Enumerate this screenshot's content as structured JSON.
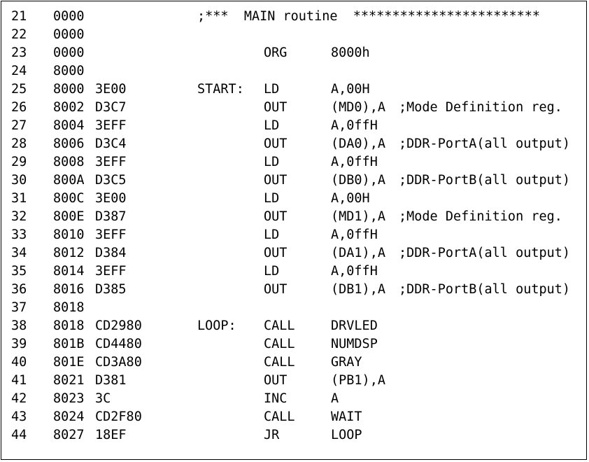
{
  "header_comment": ";***  MAIN routine  ************************",
  "lines": [
    {
      "ln": "21",
      "addr": "0000",
      "code": "",
      "label": "",
      "mnemonic": "",
      "operand": "",
      "comment": ""
    },
    {
      "ln": "22",
      "addr": "0000",
      "code": "",
      "label": "",
      "mnemonic": "",
      "operand": "",
      "comment": ""
    },
    {
      "ln": "23",
      "addr": "0000",
      "code": "",
      "label": "",
      "mnemonic": "ORG",
      "operand": "8000h",
      "comment": ""
    },
    {
      "ln": "24",
      "addr": "8000",
      "code": "",
      "label": "",
      "mnemonic": "",
      "operand": "",
      "comment": ""
    },
    {
      "ln": "25",
      "addr": "8000",
      "code": "3E00",
      "label": "START:",
      "mnemonic": "LD",
      "operand": "A,00H",
      "comment": ""
    },
    {
      "ln": "26",
      "addr": "8002",
      "code": "D3C7",
      "label": "",
      "mnemonic": "OUT",
      "operand": "(MD0),A",
      "comment": ";Mode Definition reg."
    },
    {
      "ln": "27",
      "addr": "8004",
      "code": "3EFF",
      "label": "",
      "mnemonic": "LD",
      "operand": "A,0ffH",
      "comment": ""
    },
    {
      "ln": "28",
      "addr": "8006",
      "code": "D3C4",
      "label": "",
      "mnemonic": "OUT",
      "operand": "(DA0),A",
      "comment": ";DDR-PortA(all output)"
    },
    {
      "ln": "29",
      "addr": "8008",
      "code": "3EFF",
      "label": "",
      "mnemonic": "LD",
      "operand": "A,0ffH",
      "comment": ""
    },
    {
      "ln": "30",
      "addr": "800A",
      "code": "D3C5",
      "label": "",
      "mnemonic": "OUT",
      "operand": "(DB0),A",
      "comment": ";DDR-PortB(all output)"
    },
    {
      "ln": "31",
      "addr": "800C",
      "code": "3E00",
      "label": "",
      "mnemonic": "LD",
      "operand": "A,00H",
      "comment": ""
    },
    {
      "ln": "32",
      "addr": "800E",
      "code": "D387",
      "label": "",
      "mnemonic": "OUT",
      "operand": "(MD1),A",
      "comment": ";Mode Definition reg."
    },
    {
      "ln": "33",
      "addr": "8010",
      "code": "3EFF",
      "label": "",
      "mnemonic": "LD",
      "operand": "A,0ffH",
      "comment": ""
    },
    {
      "ln": "34",
      "addr": "8012",
      "code": "D384",
      "label": "",
      "mnemonic": "OUT",
      "operand": "(DA1),A",
      "comment": ";DDR-PortA(all output)"
    },
    {
      "ln": "35",
      "addr": "8014",
      "code": "3EFF",
      "label": "",
      "mnemonic": "LD",
      "operand": "A,0ffH",
      "comment": ""
    },
    {
      "ln": "36",
      "addr": "8016",
      "code": "D385",
      "label": "",
      "mnemonic": "OUT",
      "operand": "(DB1),A",
      "comment": ";DDR-PortB(all output)"
    },
    {
      "ln": "37",
      "addr": "8018",
      "code": "",
      "label": "",
      "mnemonic": "",
      "operand": "",
      "comment": ""
    },
    {
      "ln": "38",
      "addr": "8018",
      "code": "CD2980",
      "label": "LOOP:",
      "mnemonic": "CALL",
      "operand": "DRVLED",
      "comment": ""
    },
    {
      "ln": "39",
      "addr": "801B",
      "code": "CD4480",
      "label": "",
      "mnemonic": "CALL",
      "operand": "NUMDSP",
      "comment": ""
    },
    {
      "ln": "40",
      "addr": "801E",
      "code": "CD3A80",
      "label": "",
      "mnemonic": "CALL",
      "operand": "GRAY",
      "comment": ""
    },
    {
      "ln": "41",
      "addr": "8021",
      "code": "D381",
      "label": "",
      "mnemonic": "OUT",
      "operand": "(PB1),A",
      "comment": ""
    },
    {
      "ln": "42",
      "addr": "8023",
      "code": "3C",
      "label": "",
      "mnemonic": "INC",
      "operand": "A",
      "comment": ""
    },
    {
      "ln": "43",
      "addr": "8024",
      "code": "CD2F80",
      "label": "",
      "mnemonic": "CALL",
      "operand": "WAIT",
      "comment": ""
    },
    {
      "ln": "44",
      "addr": "8027",
      "code": "18EF",
      "label": "",
      "mnemonic": "JR",
      "operand": "LOOP",
      "comment": ""
    }
  ]
}
